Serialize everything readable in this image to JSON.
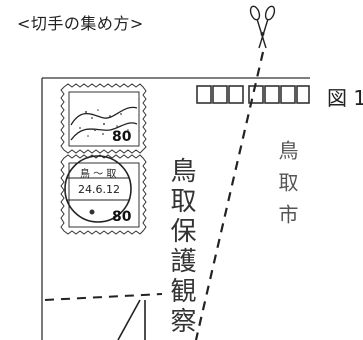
{
  "header": {
    "title": "<切手の集め方>"
  },
  "figure": {
    "label": "図 1"
  },
  "envelope": {
    "address_main": "鳥取保護観察",
    "address_right": "鳥取市"
  },
  "stamps": [
    {
      "value": "80"
    },
    {
      "value": "80",
      "postmark_top": "鳥 〜 取",
      "postmark_date": "24.6.12"
    }
  ],
  "icons": {
    "scissors": "scissors-icon"
  }
}
